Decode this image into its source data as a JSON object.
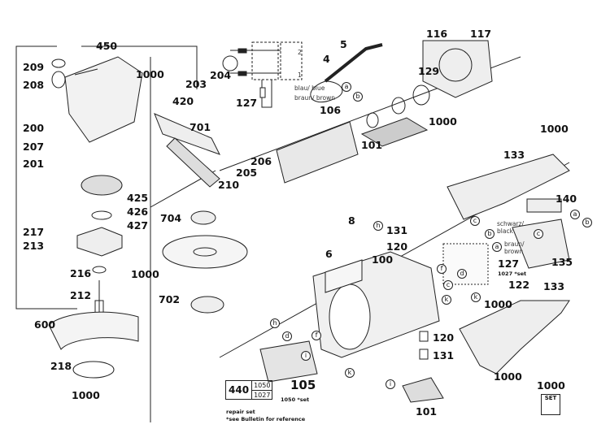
{
  "labels": [
    "450",
    "209",
    "1000",
    "203",
    "204",
    "208",
    "420",
    "5",
    "4",
    "116",
    "117",
    "129",
    "127",
    "106",
    "1000",
    "200",
    "701",
    "1000",
    "207",
    "201",
    "101",
    "206",
    "133",
    "205",
    "210",
    "140",
    "425",
    "426",
    "427",
    "704",
    "8",
    "217",
    "213",
    "131",
    "120",
    "6",
    "100",
    "127",
    "135",
    "216",
    "1000",
    "122",
    "133",
    "212",
    "702",
    "1000",
    "600",
    "120",
    "131",
    "218",
    "1000",
    "105",
    "1000",
    "101",
    "1000"
  ],
  "wire_notes": {
    "blue": "blau/ blue",
    "brown": "braun/ brown",
    "black2": "schwarz/ black",
    "brown2": "braun/ brown"
  },
  "set_notes": {
    "set1027": "1027 *set",
    "set1050": "1050 *set"
  },
  "repair_box": {
    "number": "440",
    "codes": [
      "1050",
      "1027"
    ],
    "caption": "repair set",
    "bulletin": "*see Bulletin for reference"
  },
  "switch_numbers": [
    "1",
    "2"
  ],
  "set_icon": {
    "number": "1000",
    "text": "SET"
  },
  "circle_letters": [
    "a",
    "b",
    "a",
    "b",
    "h",
    "c",
    "c",
    "b",
    "a",
    "f",
    "k",
    "k",
    "h",
    "d",
    "f",
    "i",
    "k",
    "i",
    "c",
    "d"
  ]
}
